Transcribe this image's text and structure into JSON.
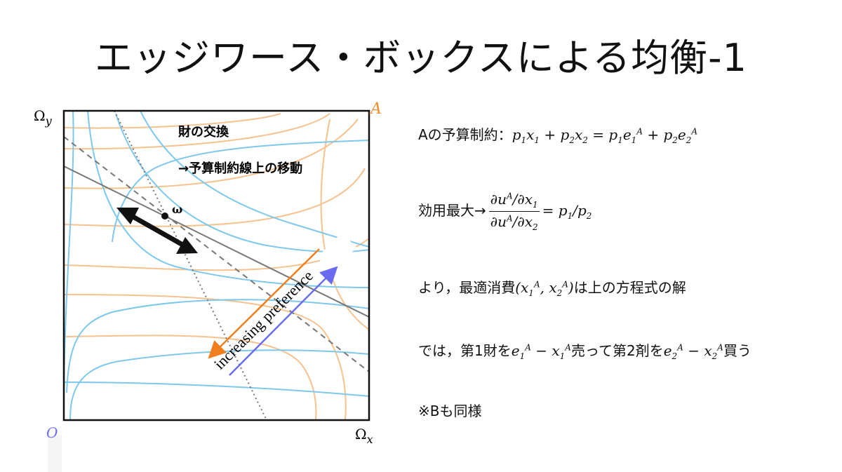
{
  "title": "エッジワース・ボックスによる均衡-1",
  "diagram": {
    "corner_origin_B": "O",
    "corner_A": "A",
    "axis_x": "Ωx",
    "axis_y": "Ωy",
    "endowment_label": "ω",
    "annotation_line1": "財の交換",
    "annotation_line2": "→予算制約線上の移動",
    "preference_label": "increasing preference",
    "colors": {
      "blue_curves": "#7ec8ec",
      "orange_curves": "#f6c28f",
      "orange_arrow": "#f07f1f",
      "blue_arrow": "#6b6bf0",
      "budget_line": "#777777",
      "A_label": "#f5892a",
      "O_label": "#6b6bf0"
    }
  },
  "text": {
    "budget_prefix": "Aの予算制約：",
    "utility_prefix": "効用最大→",
    "optimal_prefix": "より，最適消費",
    "optimal_suffix": "は上の方程式の解",
    "trade_prefix": "では，第1財を",
    "trade_mid": "売って第2剤を",
    "trade_suffix": "買う",
    "b_note": "※Bも同様"
  }
}
